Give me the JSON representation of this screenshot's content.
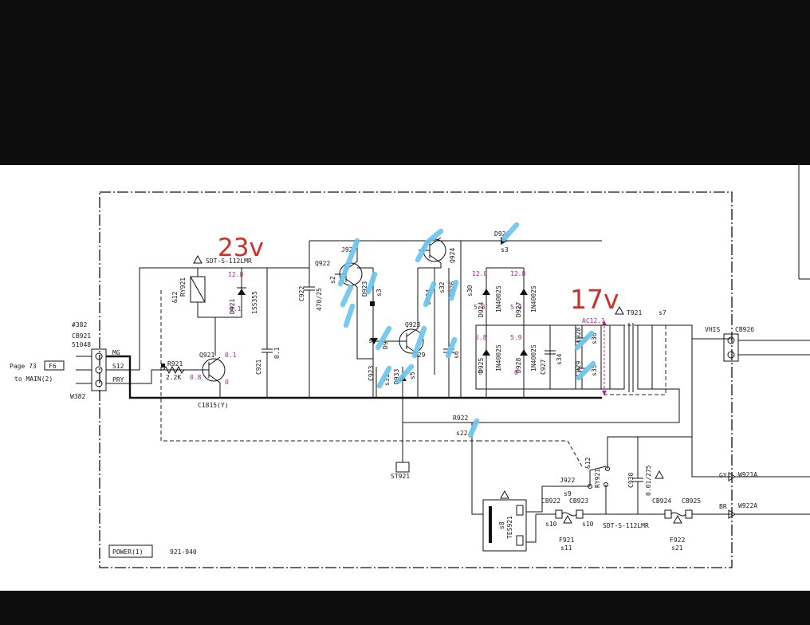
{
  "page_ref": {
    "text": "Page 73",
    "box": "F6",
    "to": "to MAIN(2)"
  },
  "connectors": {
    "cb921": {
      "ref": "#382",
      "name": "CB921",
      "part": "51048",
      "pins": [
        "MG",
        "S12",
        "PRY"
      ],
      "wire": "W382"
    },
    "cb926": {
      "name": "CB926",
      "net": "VHIS"
    }
  },
  "parts": {
    "ry921": {
      "name": "RY921",
      "pin": "&12"
    },
    "d921": {
      "name": "D921",
      "part": "1SS355",
      "v1": "12.8",
      "v2": "0.1"
    },
    "r921": {
      "name": "R921",
      "value": "2.2K",
      "v": "0.8"
    },
    "q921": {
      "name": "Q921",
      "part": "C1815(Y)",
      "vc": "0.1",
      "ve": "0"
    },
    "c921": {
      "name": "C921",
      "value": "0.1"
    },
    "relay_label": "SDT-S-112LMR",
    "c922": {
      "name": "C922",
      "value": "470/25"
    },
    "q922": {
      "name": "Q922",
      "j": "J92",
      "s": "s2"
    },
    "d923": {
      "name": "D923",
      "s": "s3"
    },
    "q923": {
      "name": "Q923",
      "s": "s29",
      "d": "D9",
      "s4": "s4"
    },
    "q924": {
      "name": "Q924"
    },
    "d924b": {
      "name": "D924",
      "s": "s32"
    },
    "c926": {
      "name": "C926",
      "s": "s6"
    },
    "c923": {
      "name": "C923",
      "s": "s31",
      "s5": "s5",
      "d": "D933"
    },
    "s30": "s30",
    "d926": {
      "name": "D926",
      "s": "s3"
    },
    "d924": {
      "name": "D924",
      "part": "1N4002S",
      "v1": "12.8",
      "v2": "5.8"
    },
    "d927": {
      "name": "D927",
      "part": "1N4002S",
      "v1": "12.8",
      "v2": "5.9"
    },
    "d925": {
      "name": "D925",
      "part": "1N4002S",
      "v1": "5.8",
      "v2": "0"
    },
    "d928": {
      "name": "D928",
      "part": "1N4002S",
      "v1": "5.9",
      "v2": "0"
    },
    "c927": {
      "name": "C927",
      "s": "s34"
    },
    "c928": {
      "name": "C928",
      "s": "s36"
    },
    "c929": {
      "name": "C929",
      "s": "s35"
    },
    "t921": {
      "name": "T921",
      "s": "s7",
      "ac": "AC12.1"
    },
    "r922": {
      "name": "R922",
      "s": "s22"
    },
    "st921": {
      "name": "ST921"
    },
    "tes921": {
      "name": "TES921",
      "s": "s8"
    },
    "j922": {
      "name": "J922",
      "s": "s9"
    },
    "cb922": {
      "name": "CB922"
    },
    "cb923": {
      "name": "CB923"
    },
    "s10a": "s10",
    "s10b": "s10",
    "ry921b": {
      "name": "RY921",
      "pin": "&12"
    },
    "c930": {
      "name": "C930",
      "value": "0.01/275"
    },
    "cb924": {
      "name": "CB924"
    },
    "cb925": {
      "name": "CB925"
    },
    "f921": {
      "name": "F921",
      "s": "s11"
    },
    "f922": {
      "name": "F922",
      "s": "s21"
    },
    "w921a": {
      "name": "W921A",
      "color": "GY"
    },
    "w922a": {
      "name": "W922A",
      "color": "BR"
    }
  },
  "footer": {
    "section": "POWER(1)",
    "range": "921-940"
  },
  "annotations": {
    "v23": "23v",
    "v17": "17v"
  },
  "colors": {
    "annotation": "#c8322b",
    "voltage": "#b0248f",
    "highlight": "#6cc5ef"
  }
}
